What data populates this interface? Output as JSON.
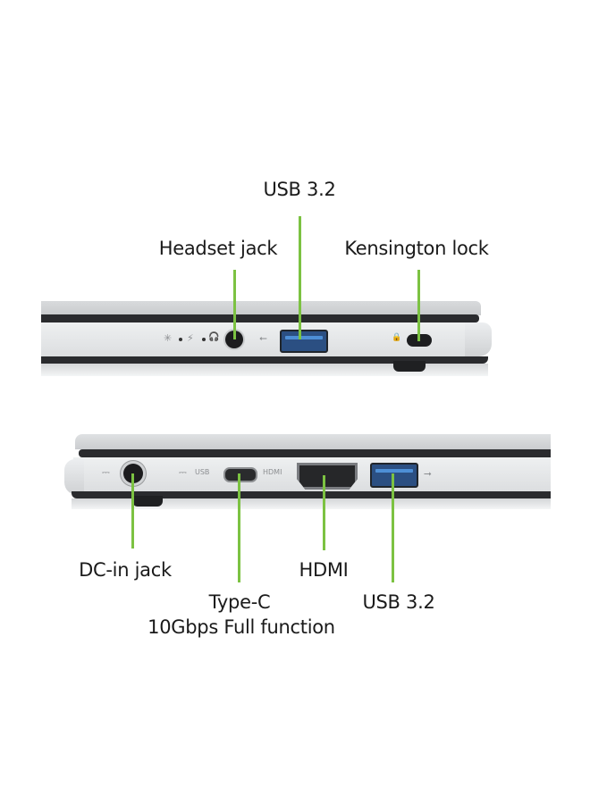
{
  "top_view": {
    "side": "right",
    "callouts": [
      {
        "id": "headset-jack",
        "label": "Headset jack"
      },
      {
        "id": "usb-3-2-right",
        "label": "USB 3.2"
      },
      {
        "id": "kensington-lock",
        "label": "Kensington lock"
      }
    ],
    "port_icons": {
      "power_led": "✳",
      "battery_led": "⚡",
      "headset": "🎧",
      "usb": "⭠",
      "lock": "🔒"
    }
  },
  "bottom_view": {
    "side": "left",
    "callouts": [
      {
        "id": "dc-in-jack",
        "label": "DC-in jack"
      },
      {
        "id": "type-c",
        "label": "Type-C",
        "sublabel": "10Gbps Full function"
      },
      {
        "id": "hdmi",
        "label": "HDMI"
      },
      {
        "id": "usb-3-2-left",
        "label": "USB 3.2"
      }
    ],
    "port_icons": {
      "dc": "⎓",
      "typec_dc": "⎓",
      "typec_usb": "USB",
      "hdmi": "HDMI",
      "usb": "⭢"
    }
  },
  "colors": {
    "leader_line": "#7cc242",
    "usb_port_blue": "#2b4f82",
    "chassis_silver": "#dcdee0",
    "bezel_dark": "#2a2b2e"
  }
}
